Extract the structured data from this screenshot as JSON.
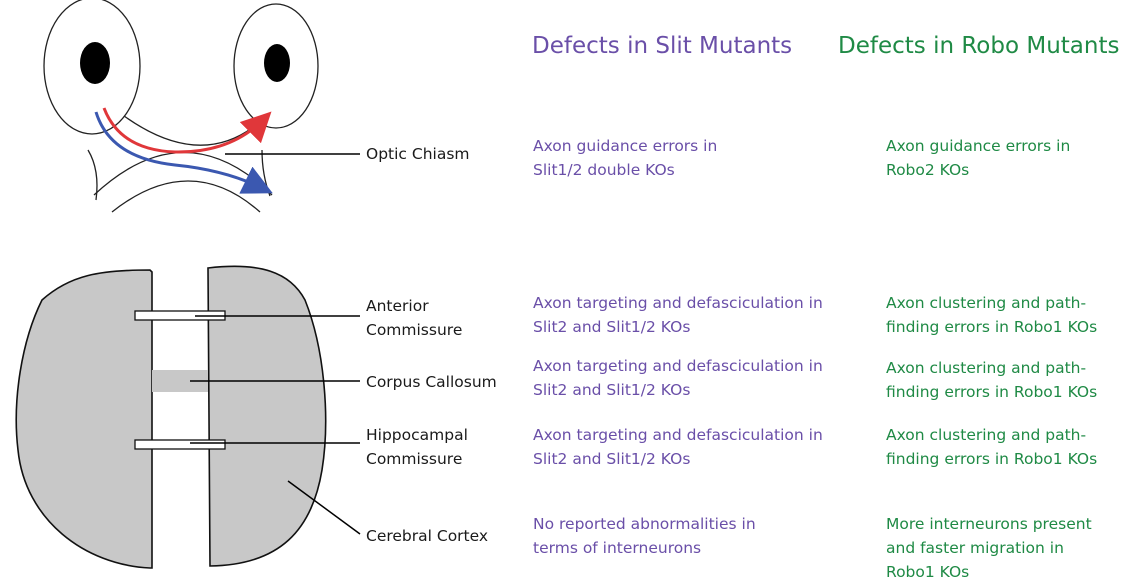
{
  "headers": {
    "slit": "Defects in Slit Mutants",
    "robo": "Defects in Robo Mutants"
  },
  "structures": {
    "optic_chiasm": "Optic Chiasm",
    "anterior_commissure": "Anterior\nCommissure",
    "corpus_callosum": "Corpus Callosum",
    "hippocampal_commissure": "Hippocampal\nCommissure",
    "cerebral_cortex": "Cerebral Cortex"
  },
  "slit_defects": {
    "optic_chiasm": "Axon guidance errors in\nSlit1/2  double KOs",
    "anterior_commissure": "Axon targeting and defasciculation in\nSlit2 and Slit1/2 KOs",
    "corpus_callosum": "Axon targeting and defasciculation in\nSlit2 and Slit1/2 KOs",
    "hippocampal_commissure": "Axon targeting and defasciculation in\nSlit2 and Slit1/2 KOs",
    "cerebral_cortex": "No reported abnormalities in\nterms of interneurons"
  },
  "robo_defects": {
    "optic_chiasm": "Axon guidance errors in\nRobo2 KOs",
    "anterior_commissure": "Axon clustering and path-\nfinding errors in Robo1 KOs",
    "corpus_callosum": "Axon clustering and path-\nfinding errors in Robo1 KOs",
    "hippocampal_commissure": "Axon clustering and path-\nfinding errors in Robo1 KOs",
    "cerebral_cortex": "More interneurons  present\nand faster  migration in\nRobo1 KOs"
  },
  "colors": {
    "slit_text": "#6a4fa8",
    "robo_text": "#1f8a45",
    "brain_fill": "#c8c8c8",
    "axon_red": "#e0373a",
    "axon_blue": "#3b58b0"
  }
}
